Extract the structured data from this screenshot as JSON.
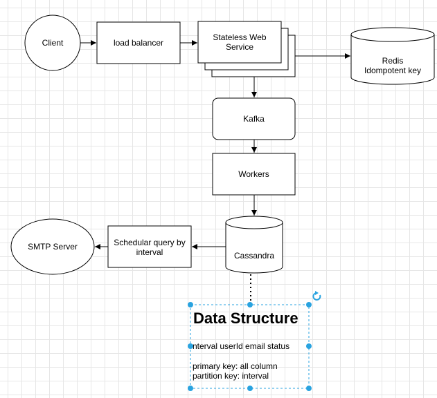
{
  "nodes": {
    "client": "Client",
    "load_balancer": "load balancer",
    "web_service": "Stateless Web Service",
    "redis": "Redis Idompotent key",
    "kafka": "Kafka",
    "workers": "Workers",
    "cassandra": "Cassandra",
    "scheduler": "Schedular query by interval",
    "smtp": "SMTP Server"
  },
  "data_structure": {
    "title": "Data Structure",
    "fields": "nterval userId email status",
    "primary_key": "primary key: all column",
    "partition_key": "partition key: interval"
  },
  "colors": {
    "stroke": "#000000",
    "selection": "#29a3e0",
    "grid": "#e6e6e6"
  }
}
